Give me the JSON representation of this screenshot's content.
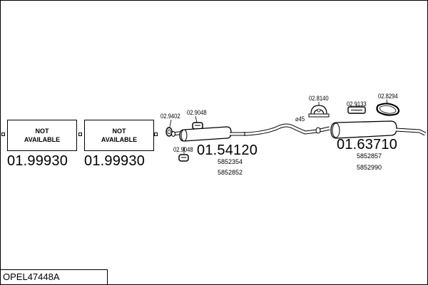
{
  "diagram_title": "OPEL47448A",
  "not_available": {
    "line1": "NOT",
    "line2": "AVAILABLE"
  },
  "parts": {
    "left_part_1": "01.99930",
    "left_part_2": "01.99930",
    "middle_silencer": "01.54120",
    "rear_silencer": "01.63710"
  },
  "oem_numbers": {
    "middle_1": "5852354",
    "middle_2": "5852852",
    "rear_1": "5852857",
    "rear_2": "5852990"
  },
  "accessories": {
    "clamp_a": "02.9402",
    "hanger_a": "02.9048",
    "hanger_b": "02.9048",
    "pipe_diameter": "⌀45",
    "bracket": "02.8140",
    "rubber_mount": "02.9133",
    "ring_mount": "02.8294"
  }
}
